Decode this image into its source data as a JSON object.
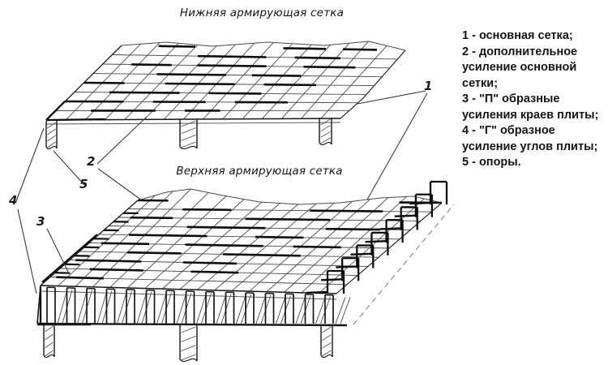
{
  "titles": {
    "lower_mesh": "Нижняя армирующая сетка",
    "upper_mesh": "Верхняя армирующая сетка"
  },
  "legend": {
    "items": [
      "1 - основная сетка;",
      "2 - дополнительное усиление основной сетки;",
      "3 - \"П\" образные усиления краев плиты;",
      "4 - \"Г\" образное усиление углов плиты;",
      "5 - опоры."
    ]
  },
  "callouts": [
    {
      "label": "1"
    },
    {
      "label": "2"
    },
    {
      "label": "3"
    },
    {
      "label": "4"
    },
    {
      "label": "5"
    }
  ],
  "colors": {
    "paper": "#ffffff",
    "ink": "#4a4a4a",
    "ink_dark": "#161616",
    "thick": "#0d0d0d",
    "leader": "#3a3a3a",
    "boundary": "#7a7a7a",
    "text": "#141414"
  }
}
